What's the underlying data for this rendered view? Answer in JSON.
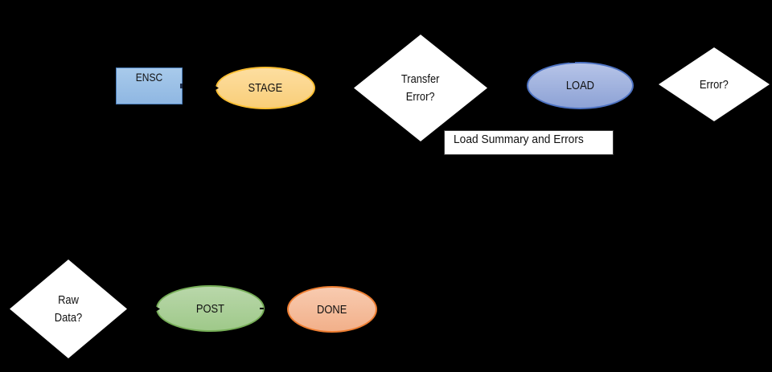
{
  "diagram": {
    "background_color": "#000000",
    "nodes": [
      {
        "id": "ensc",
        "shape": "rectangle",
        "label": "ENSC",
        "fill": "#9DC3E6",
        "border": "#4A7EBB",
        "text_color": "#111111"
      },
      {
        "id": "stage",
        "shape": "ellipse",
        "label": "STAGE",
        "fill": "#FBD486",
        "border": "#FCBF33",
        "text_color": "#111111"
      },
      {
        "id": "transfer-error",
        "shape": "diamond",
        "label": "Transfer Error?",
        "lines": [
          "Transfer",
          "Error?"
        ],
        "fill": "#FFFFFF",
        "text_color": "#111111"
      },
      {
        "id": "load",
        "shape": "ellipse",
        "label": "LOAD",
        "fill": "#9FB1DD",
        "border": "#4D72C2",
        "text_color": "#111111"
      },
      {
        "id": "error",
        "shape": "diamond",
        "label": "Error?",
        "fill": "#FFFFFF",
        "text_color": "#111111"
      },
      {
        "id": "load-summary",
        "shape": "rectangle",
        "label": "Load Summary and Errors",
        "fill": "#FFFFFF",
        "border": "#3B3B3B",
        "text_color": "#111111"
      },
      {
        "id": "raw-data",
        "shape": "diamond",
        "label": "Raw Data?",
        "lines": [
          "Raw",
          "Data?"
        ],
        "fill": "#FFFFFF",
        "text_color": "#111111"
      },
      {
        "id": "post",
        "shape": "ellipse",
        "label": "POST",
        "fill": "#A9CE97",
        "border": "#76AE57",
        "text_color": "#111111"
      },
      {
        "id": "done",
        "shape": "ellipse",
        "label": "DONE",
        "fill": "#F5BC97",
        "border": "#ED7D31",
        "text_color": "#111111"
      }
    ],
    "artifacts": [
      "connector-arrowhead-into-stage",
      "connector-arrowhead-into-post",
      "connector-tick-on-post-right",
      "connector-tick-on-load-top",
      "connector-tick-on-ensc-right"
    ]
  }
}
